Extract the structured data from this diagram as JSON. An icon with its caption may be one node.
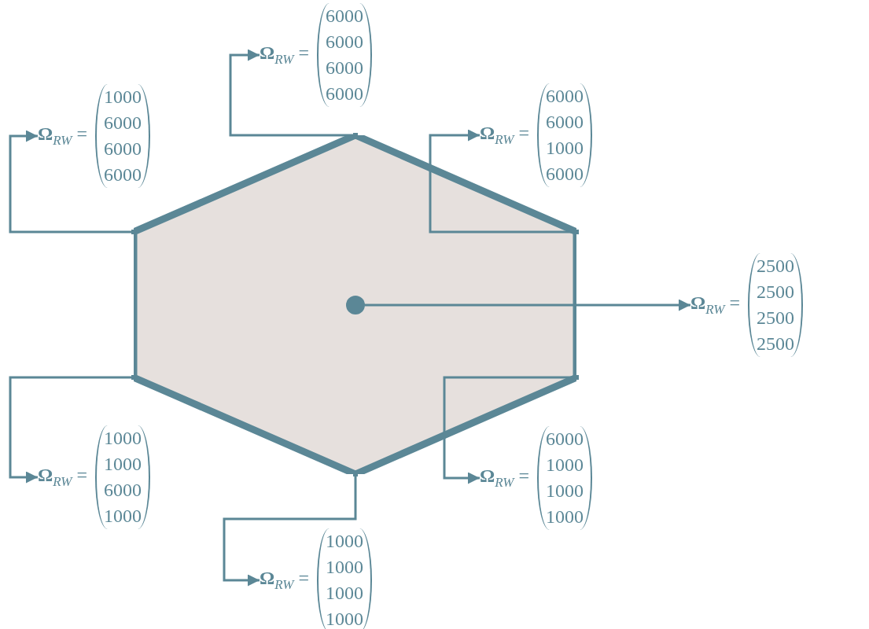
{
  "diagram": {
    "nodes": [
      {
        "text": [],
        "shape": "hexagon"
      },
      {
        "text": [],
        "shape": "circle",
        "in": 0
      },
      {
        "text": [],
        "shape": "point"
      },
      {
        "text": [],
        "shape": "point"
      },
      {
        "text": [],
        "shape": "point"
      },
      {
        "text": [],
        "shape": "point"
      },
      {
        "text": [],
        "shape": "point"
      },
      {
        "text": [],
        "shape": "point"
      },
      {
        "text": [
          "**Ω**$_{RW}$ =",
          "6000 6000 6000 6000"
        ]
      },
      {
        "text": [
          "**Ω**$_{RW}$ =",
          "1000 6000 6000 6000"
        ]
      },
      {
        "text": [
          "**Ω**$_{RW}$ =",
          "6000 6000 1000 6000"
        ]
      },
      {
        "text": [
          "**Ω**$_{RW}$ =",
          "2500 2500 2500 2500"
        ]
      },
      {
        "text": [
          "**Ω**$_{RW}$ =",
          "1000 1000 6000 1000"
        ]
      },
      {
        "text": [
          "**Ω**$_{RW}$ =",
          "6000 1000 1000 1000"
        ]
      },
      {
        "text": [
          "**Ω**$_{RW}$ =",
          "1000 1000 1000 1000"
        ]
      }
    ],
    "edges": [
      {
        "from": 2,
        "to": 8,
        "arrow": "to"
      },
      {
        "from": 3,
        "to": 9,
        "arrow": "to"
      },
      {
        "from": 4,
        "to": 10,
        "arrow": "to"
      },
      {
        "from": 1,
        "to": 11,
        "arrow": "to"
      },
      {
        "from": 5,
        "to": 12,
        "arrow": "to"
      },
      {
        "from": 6,
        "to": 13,
        "arrow": "to"
      },
      {
        "from": 7,
        "to": 14,
        "arrow": "to"
      }
    ]
  }
}
